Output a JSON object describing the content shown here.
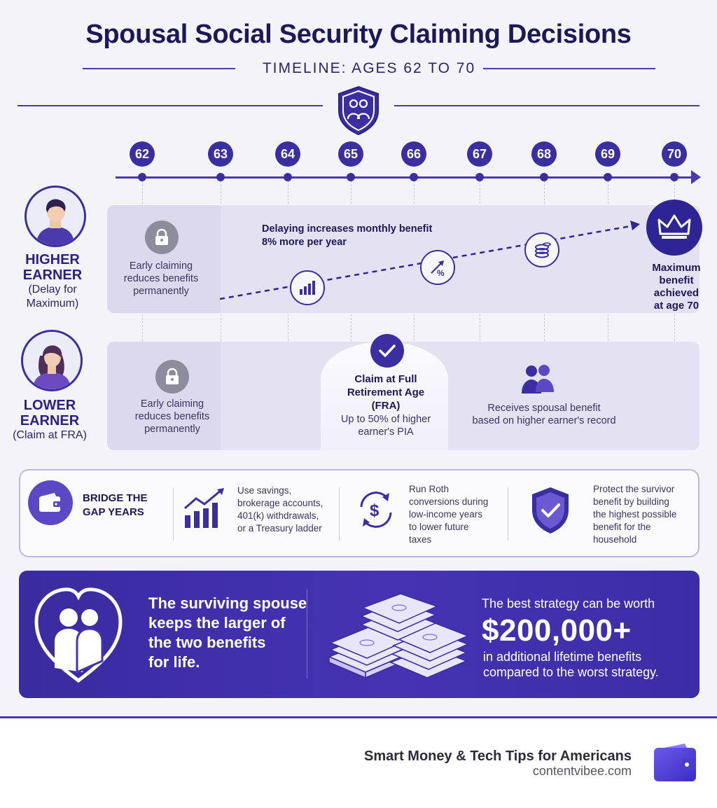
{
  "header": {
    "title": "Spousal Social Security Claiming Decisions",
    "subtitle": "TIMELINE: AGES 62 TO 70"
  },
  "timeline": {
    "ages": [
      "62",
      "63",
      "64",
      "65",
      "66",
      "67",
      "68",
      "69",
      "70"
    ]
  },
  "higher_earner": {
    "title_line1": "HIGHER",
    "title_line2": "EARNER",
    "sub_line1": "(Delay for",
    "sub_line2": "Maximum)",
    "early_line1": "Early claiming",
    "early_line2": "reduces benefits",
    "early_line3": "permanently",
    "delay_line1": "Delaying increases monthly benefit",
    "delay_line2": "8% more per year",
    "max_line1": "Maximum",
    "max_line2": "benefit",
    "max_line3": "achieved",
    "max_line4": "at age 70"
  },
  "lower_earner": {
    "title_line1": "LOWER",
    "title_line2": "EARNER",
    "sub_line1": "(Claim at FRA)",
    "early_line1": "Early claiming",
    "early_line2": "reduces benefits",
    "early_line3": "permanently",
    "fra_line1": "Claim at Full",
    "fra_line2": "Retirement Age",
    "fra_line3": "(FRA)",
    "fra_detail1": "Up to 50% of higher",
    "fra_detail2": "earner's PIA",
    "spousal_line1": "Receives spousal benefit",
    "spousal_line2": "based on higher earner's record"
  },
  "bridge": {
    "title_line1": "BRIDGE THE",
    "title_line2": "GAP YEARS",
    "savings": [
      "Use savings,",
      "brokerage accounts,",
      "401(k) withdrawals,",
      "or a Treasury ladder"
    ],
    "roth": [
      "Run Roth",
      "conversions during",
      "low-income years",
      "to lower future",
      "taxes"
    ],
    "survivor": [
      "Protect the survivor",
      "benefit by building",
      "the highest possible",
      "benefit for the",
      "household"
    ]
  },
  "banner": {
    "left": [
      "The surviving spouse",
      "keeps the larger of",
      "the two benefits",
      "for life."
    ],
    "right_top": "The best strategy can be worth",
    "amount": "$200,000+",
    "right_bottom1": "in additional lifetime benefits",
    "right_bottom2": "compared to the worst strategy."
  },
  "footer": {
    "brand": "Smart Money & Tech Tips for Americans",
    "url": "contentvibee.com"
  },
  "colors": {
    "primary": "#3b2ea0",
    "navy": "#1d1857",
    "panel": "#e4e1f3",
    "banner": "#4533b3"
  }
}
